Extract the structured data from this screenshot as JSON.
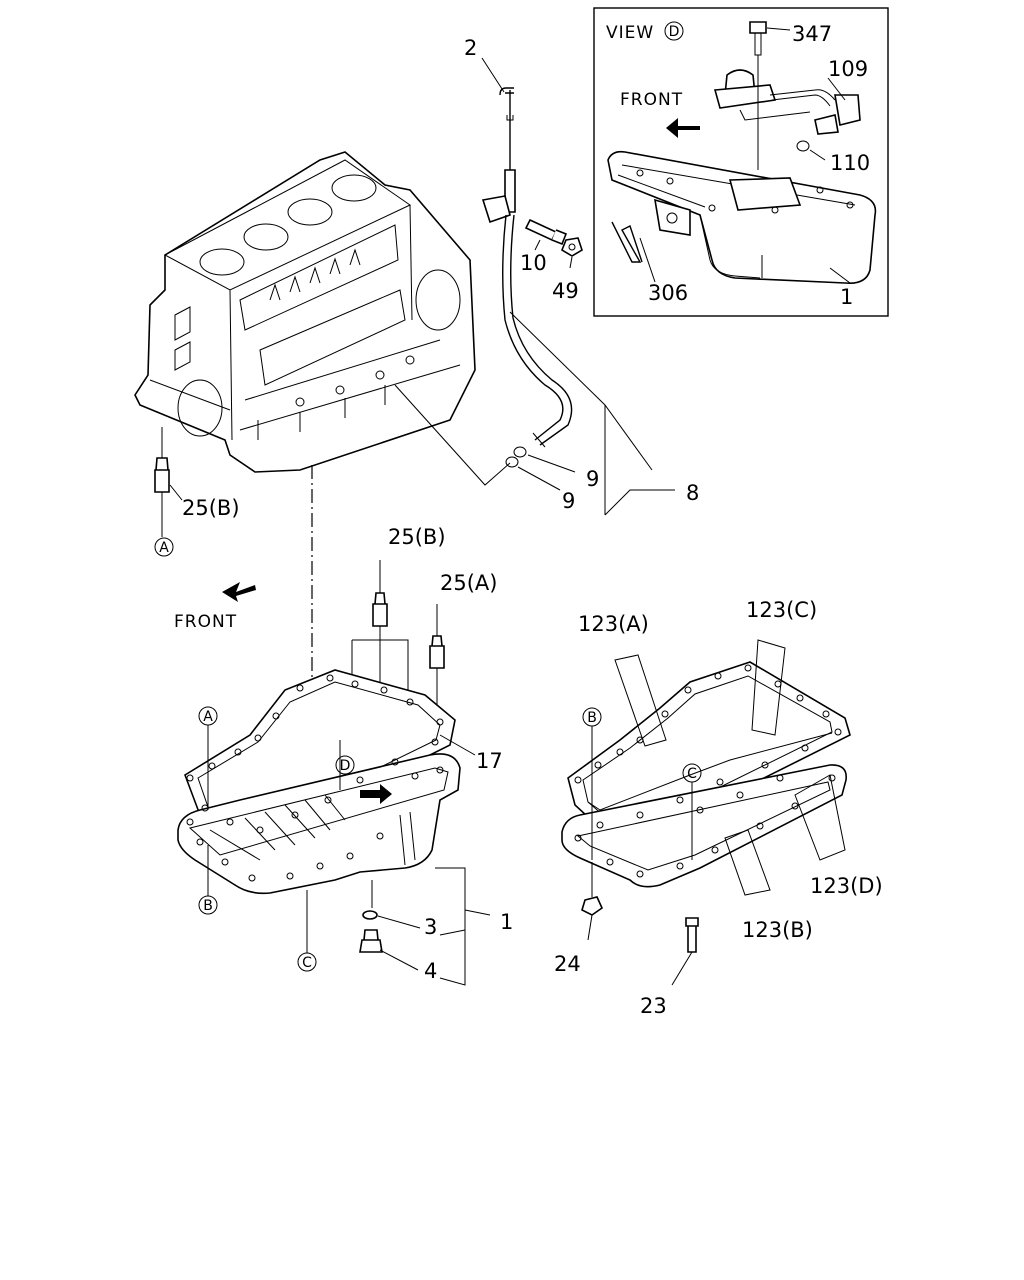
{
  "view_box": {
    "title_prefix": "VIEW",
    "title_ref": "D",
    "front": "FRONT",
    "labels": {
      "p347": "347",
      "p109": "109",
      "p110": "110",
      "p306": "306",
      "p1": "1"
    }
  },
  "upper": {
    "labels": {
      "p2": "2",
      "p10": "10",
      "p49": "49",
      "p9a": "9",
      "p9b": "9",
      "p8": "8",
      "p25b": "25(B)"
    },
    "ref_a": "A"
  },
  "left_pan": {
    "front": "FRONT",
    "labels": {
      "p25b": "25(B)",
      "p25a": "25(A)",
      "p17": "17",
      "p3": "3",
      "p1": "1",
      "p4": "4"
    },
    "refs": {
      "a": "A",
      "b": "B",
      "c": "C",
      "d": "D"
    }
  },
  "right_gasket": {
    "labels": {
      "p123a": "123(A)",
      "p123c": "123(C)",
      "p123d": "123(D)",
      "p123b": "123(B)",
      "p24": "24",
      "p23": "23"
    },
    "refs": {
      "b": "B",
      "c": "C"
    }
  }
}
